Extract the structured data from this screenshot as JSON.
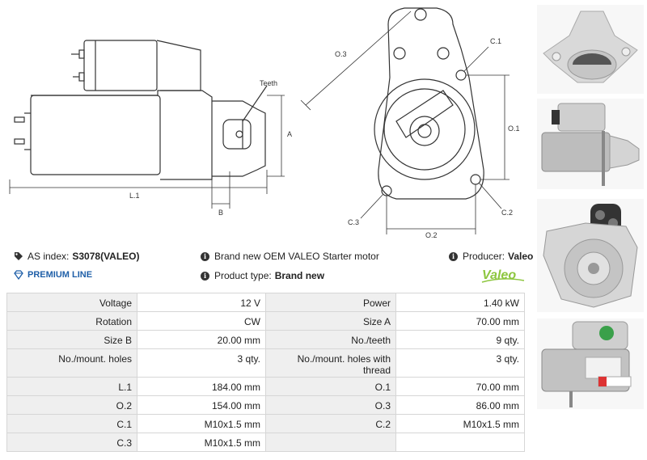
{
  "drawings": {
    "side_labels": {
      "teeth": "Teeth",
      "a": "A",
      "l1": "L.1",
      "b": "B"
    },
    "front_labels": {
      "o3": "O.3",
      "c1": "C.1",
      "o1": "O.1",
      "c3": "C.3",
      "c2": "C.2",
      "o2": "O.2"
    }
  },
  "info": {
    "as_index_label": "AS index:",
    "as_index_value": "S3078(VALEO)",
    "premium": "PREMIUM LINE",
    "brand_text": "Brand new OEM VALEO Starter motor",
    "product_type_label": "Product type:",
    "product_type_value": "Brand new",
    "producer_label": "Producer:",
    "producer_value": "Valeo",
    "logo_text": "Valeo",
    "logo_color": "#8dc63f"
  },
  "specs": [
    {
      "k1": "Voltage",
      "v1": "12 V",
      "k2": "Power",
      "v2": "1.40 kW"
    },
    {
      "k1": "Rotation",
      "v1": "CW",
      "k2": "Size A",
      "v2": "70.00 mm"
    },
    {
      "k1": "Size B",
      "v1": "20.00 mm",
      "k2": "No./teeth",
      "v2": "9 qty."
    },
    {
      "k1": "No./mount. holes",
      "v1": "3 qty.",
      "k2": "No./mount. holes with thread",
      "v2": "3 qty."
    },
    {
      "k1": "L.1",
      "v1": "184.00 mm",
      "k2": "O.1",
      "v2": "70.00 mm"
    },
    {
      "k1": "O.2",
      "v1": "154.00 mm",
      "k2": "O.3",
      "v2": "86.00 mm"
    },
    {
      "k1": "C.1",
      "v1": "M10x1.5 mm",
      "k2": "C.2",
      "v2": "M10x1.5 mm"
    },
    {
      "k1": "C.3",
      "v1": "M10x1.5 mm",
      "k2": "",
      "v2": ""
    }
  ]
}
